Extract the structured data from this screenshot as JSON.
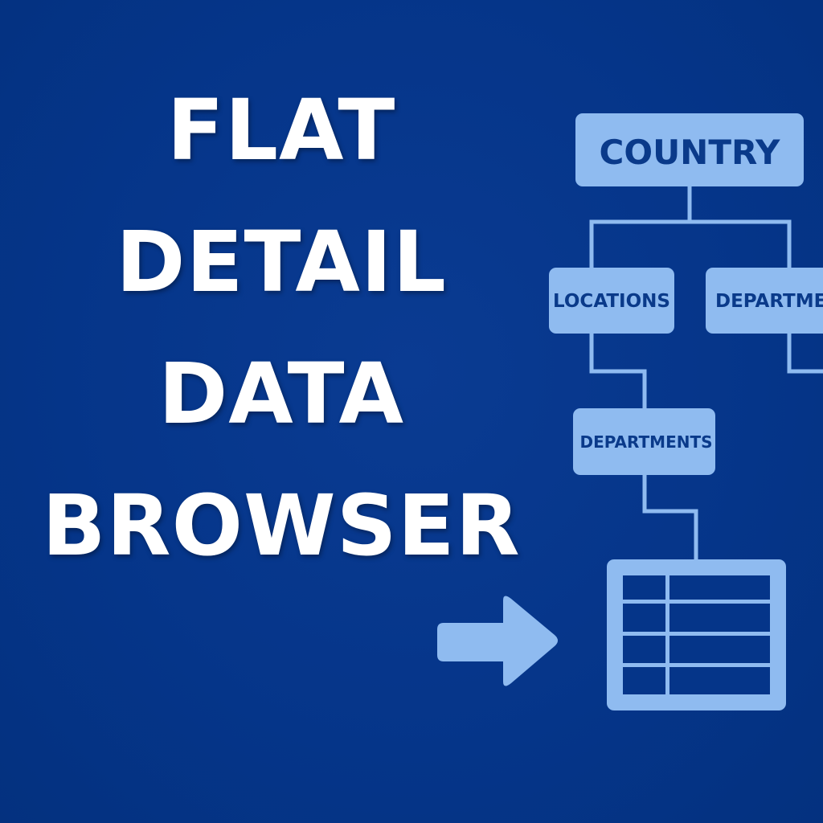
{
  "title": {
    "lines": [
      "FLAT",
      "DETAIL",
      "DATA",
      "BROWSER"
    ]
  },
  "diagram": {
    "nodes": {
      "country": "COUNTRY",
      "locations": "LOCATIONS",
      "departments_right": "DEPARTMENTS",
      "departments": "DEPARTMENTS"
    }
  },
  "colors": {
    "background": "#053589",
    "node_fill": "#8fbbf0",
    "node_text": "#0a3a8a",
    "connector": "#8fbbf0",
    "title_text": "#ffffff"
  },
  "icons": {
    "arrow": "right-arrow-icon",
    "table": "table-grid-icon"
  }
}
